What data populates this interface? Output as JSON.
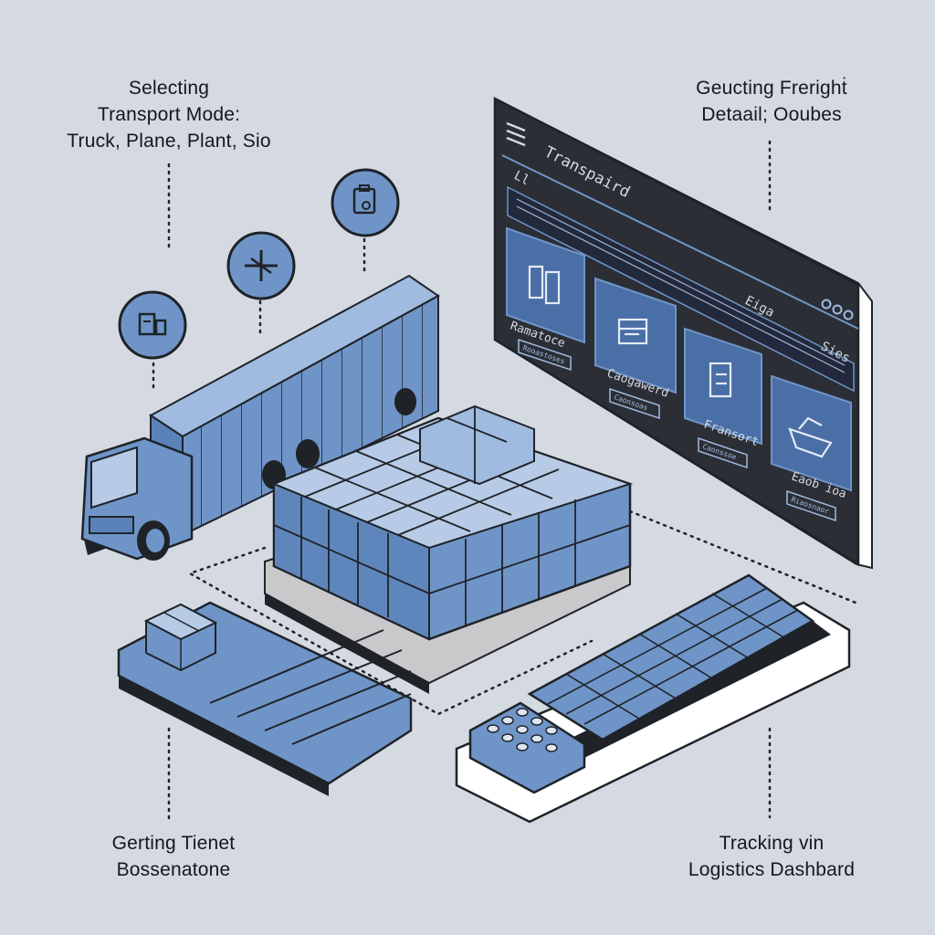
{
  "captions": {
    "transport_mode": {
      "line1": "Selecting",
      "line2": "Transport Mode:",
      "line3": "Truck, Plane, Plant, Sio"
    },
    "freight_detail": {
      "line1": "Geucting Frerighṫ",
      "line2": "Detaail; Ooubes"
    },
    "pallet": {
      "line1": "Gerting Tienet",
      "line2": "Bossenatone"
    },
    "tracking": {
      "line1": "Tracking vin",
      "line2": "Logistics Dashbard"
    }
  },
  "panel": {
    "title": "Transpaird",
    "tab_label": "Ll",
    "right_labels": [
      "Eiga",
      "Sies"
    ],
    "cards": [
      {
        "label": "Ramatoce",
        "button": "Rooastoses",
        "icon": "document-icon"
      },
      {
        "label": "Caogawerd",
        "button": "Caonsoas",
        "icon": "package-icon"
      },
      {
        "label": "Fransort",
        "button": "Caonssoe",
        "icon": "clipboard-icon"
      },
      {
        "label": "Eaob ioa",
        "button": "Riaosnaor",
        "icon": "ship-icon"
      }
    ]
  },
  "mode_icons": [
    "truck-mode-icon",
    "plane-mode-icon",
    "ship-mode-icon"
  ],
  "colors": {
    "background": "#d5d9e2",
    "accent_blue": "#6f95c8",
    "panel_dark": "#2b2e35",
    "outline": "#1f2328"
  }
}
